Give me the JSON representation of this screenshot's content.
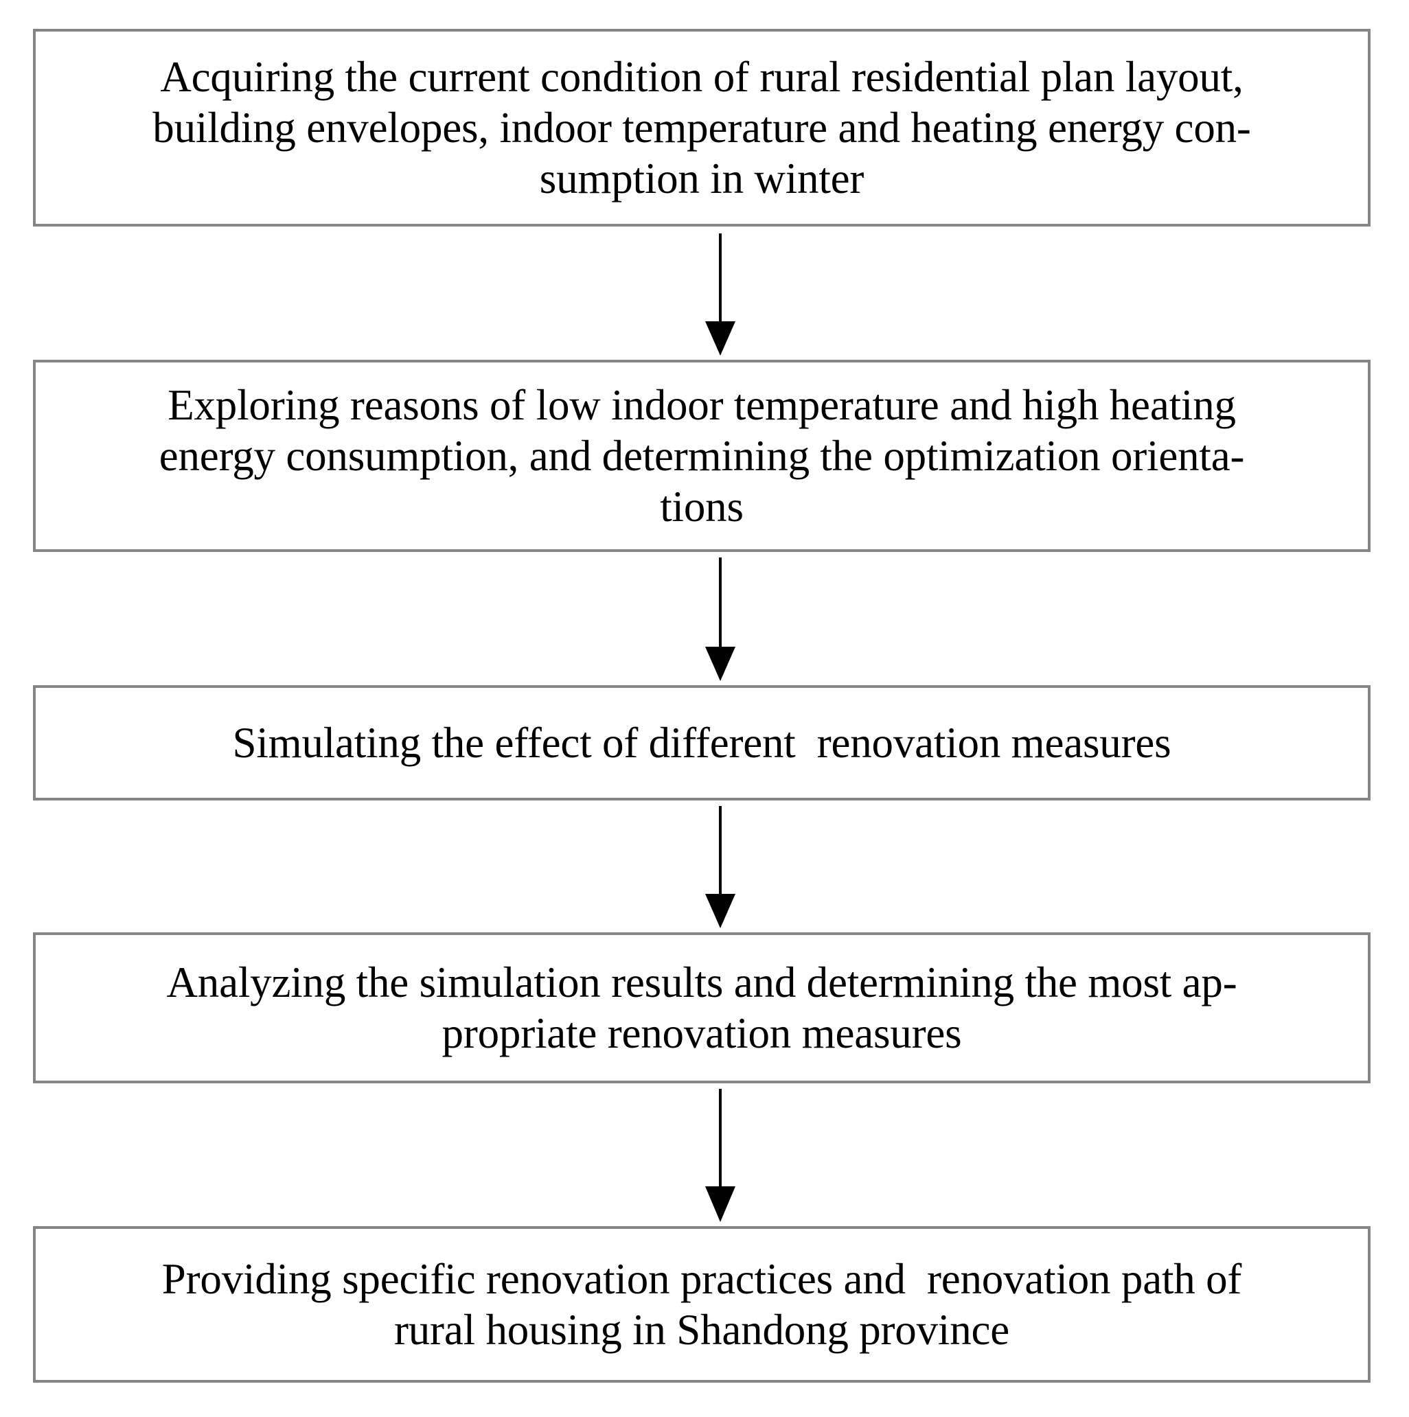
{
  "diagram": {
    "type": "flowchart",
    "orientation": "vertical",
    "border_color": "#858585",
    "arrow_color": "#000000",
    "background_color": "#ffffff",
    "text_color": "#000000",
    "nodes": [
      {
        "id": "step-1",
        "text": "Acquiring the current condition of rural residential plan layout,\nbuilding envelopes, indoor temperature and heating energy con-\nsumption in winter"
      },
      {
        "id": "step-2",
        "text": "Exploring reasons of low indoor temperature and high heating\nenergy consumption, and determining the optimization orienta-\ntions"
      },
      {
        "id": "step-3",
        "text": "Simulating the effect of different  renovation measures"
      },
      {
        "id": "step-4",
        "text": "Analyzing the simulation results and determining the most ap-\npropriate renovation measures"
      },
      {
        "id": "step-5",
        "text": "Providing specific renovation practices and  renovation path of\nrural housing in Shandong province"
      }
    ],
    "connectors": [
      {
        "id": "arrow-1",
        "from": "step-1",
        "to": "step-2",
        "glyph": "down-arrow"
      },
      {
        "id": "arrow-2",
        "from": "step-2",
        "to": "step-3",
        "glyph": "down-arrow"
      },
      {
        "id": "arrow-3",
        "from": "step-3",
        "to": "step-4",
        "glyph": "down-arrow"
      },
      {
        "id": "arrow-4",
        "from": "step-4",
        "to": "step-5",
        "glyph": "down-arrow"
      }
    ]
  }
}
